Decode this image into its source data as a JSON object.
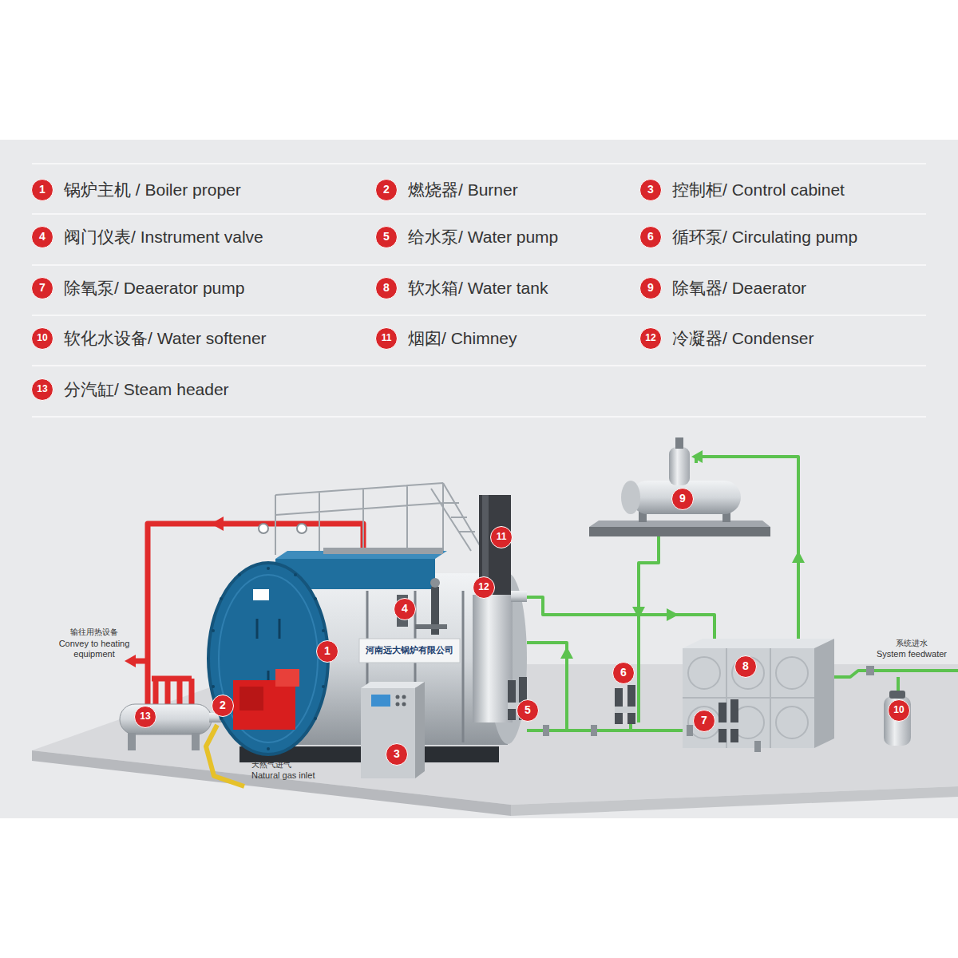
{
  "diagram": {
    "labels": [
      "1",
      "2",
      "3",
      "4",
      "5",
      "6",
      "7",
      "8",
      "9",
      "10",
      "11",
      "12",
      "13",
      "1",
      "2",
      "3",
      "4",
      "5",
      "6",
      "7",
      "8",
      "9",
      "10",
      "11",
      "12",
      "13",
      "输往用热设备",
      "Convey to heating equipment",
      "系统进水",
      "System feedwater",
      "天然气进气",
      "Natural gas inlet",
      "河南远大锅炉有限公司"
    ],
    "legend": [
      {
        "text": "锅炉主机 / Boiler proper"
      },
      {
        "text": "燃烧器/ Burner"
      },
      {
        "text": "控制柜/ Control cabinet"
      },
      {
        "text": "阀门仪表/ Instrument valve"
      },
      {
        "text": "给水泵/ Water pump"
      },
      {
        "text": "循环泵/ Circulating pump"
      },
      {
        "text": "除氧泵/ Deaerator pump"
      },
      {
        "text": "软水箱/ Water tank"
      },
      {
        "text": "除氧器/ Deaerator"
      },
      {
        "text": "软化水设备/ Water softener"
      },
      {
        "text": "烟囱/ Chimney"
      },
      {
        "text": "冷凝器/ Condenser"
      },
      {
        "text": "分汽缸/ Steam header"
      }
    ]
  }
}
